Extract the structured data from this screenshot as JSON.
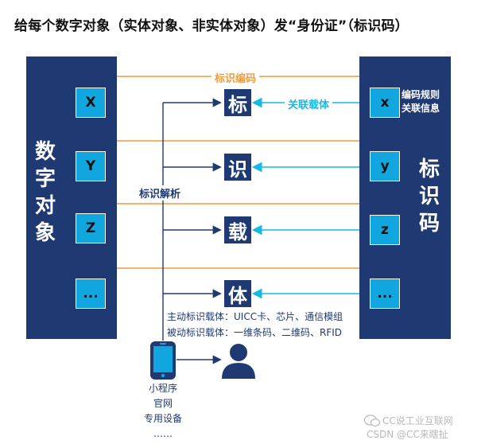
{
  "title": "给每个数字对象（实体对象、非实体对象）发“身份证”（标识码）",
  "left_panel": {
    "label_chars": [
      "数",
      "字",
      "对",
      "象"
    ]
  },
  "right_panel": {
    "label_chars": [
      "标",
      "识",
      "码"
    ],
    "info_lines": [
      "编码规则",
      "关联信息"
    ]
  },
  "left_boxes": [
    "X",
    "Y",
    "Z",
    "..."
  ],
  "right_boxes": [
    "x",
    "y",
    "z",
    "..."
  ],
  "middle_chars": [
    "标",
    "识",
    "载",
    "体"
  ],
  "labels": {
    "encoding": "标识编码",
    "association": "关联载体",
    "resolution": "标识解析"
  },
  "carriers": {
    "active": "主动标识载体：UICC卡、芯片、通信模组",
    "passive": "被动标识载体：一维条码、二维码、RFID"
  },
  "clients": [
    "小程序",
    "官网",
    "专用设备",
    "……"
  ],
  "watermark": {
    "line1": "CC说工业互联网",
    "line2": "CSDN @CC来瞎扯"
  },
  "icons": {
    "phone": "smartphone-icon",
    "user": "user-icon",
    "wechat": "wechat-icon"
  },
  "colors": {
    "navy": "#1f3a73",
    "cyan": "#12a6df",
    "orange": "#f39c3a",
    "line_cyan": "#17b8e6"
  }
}
